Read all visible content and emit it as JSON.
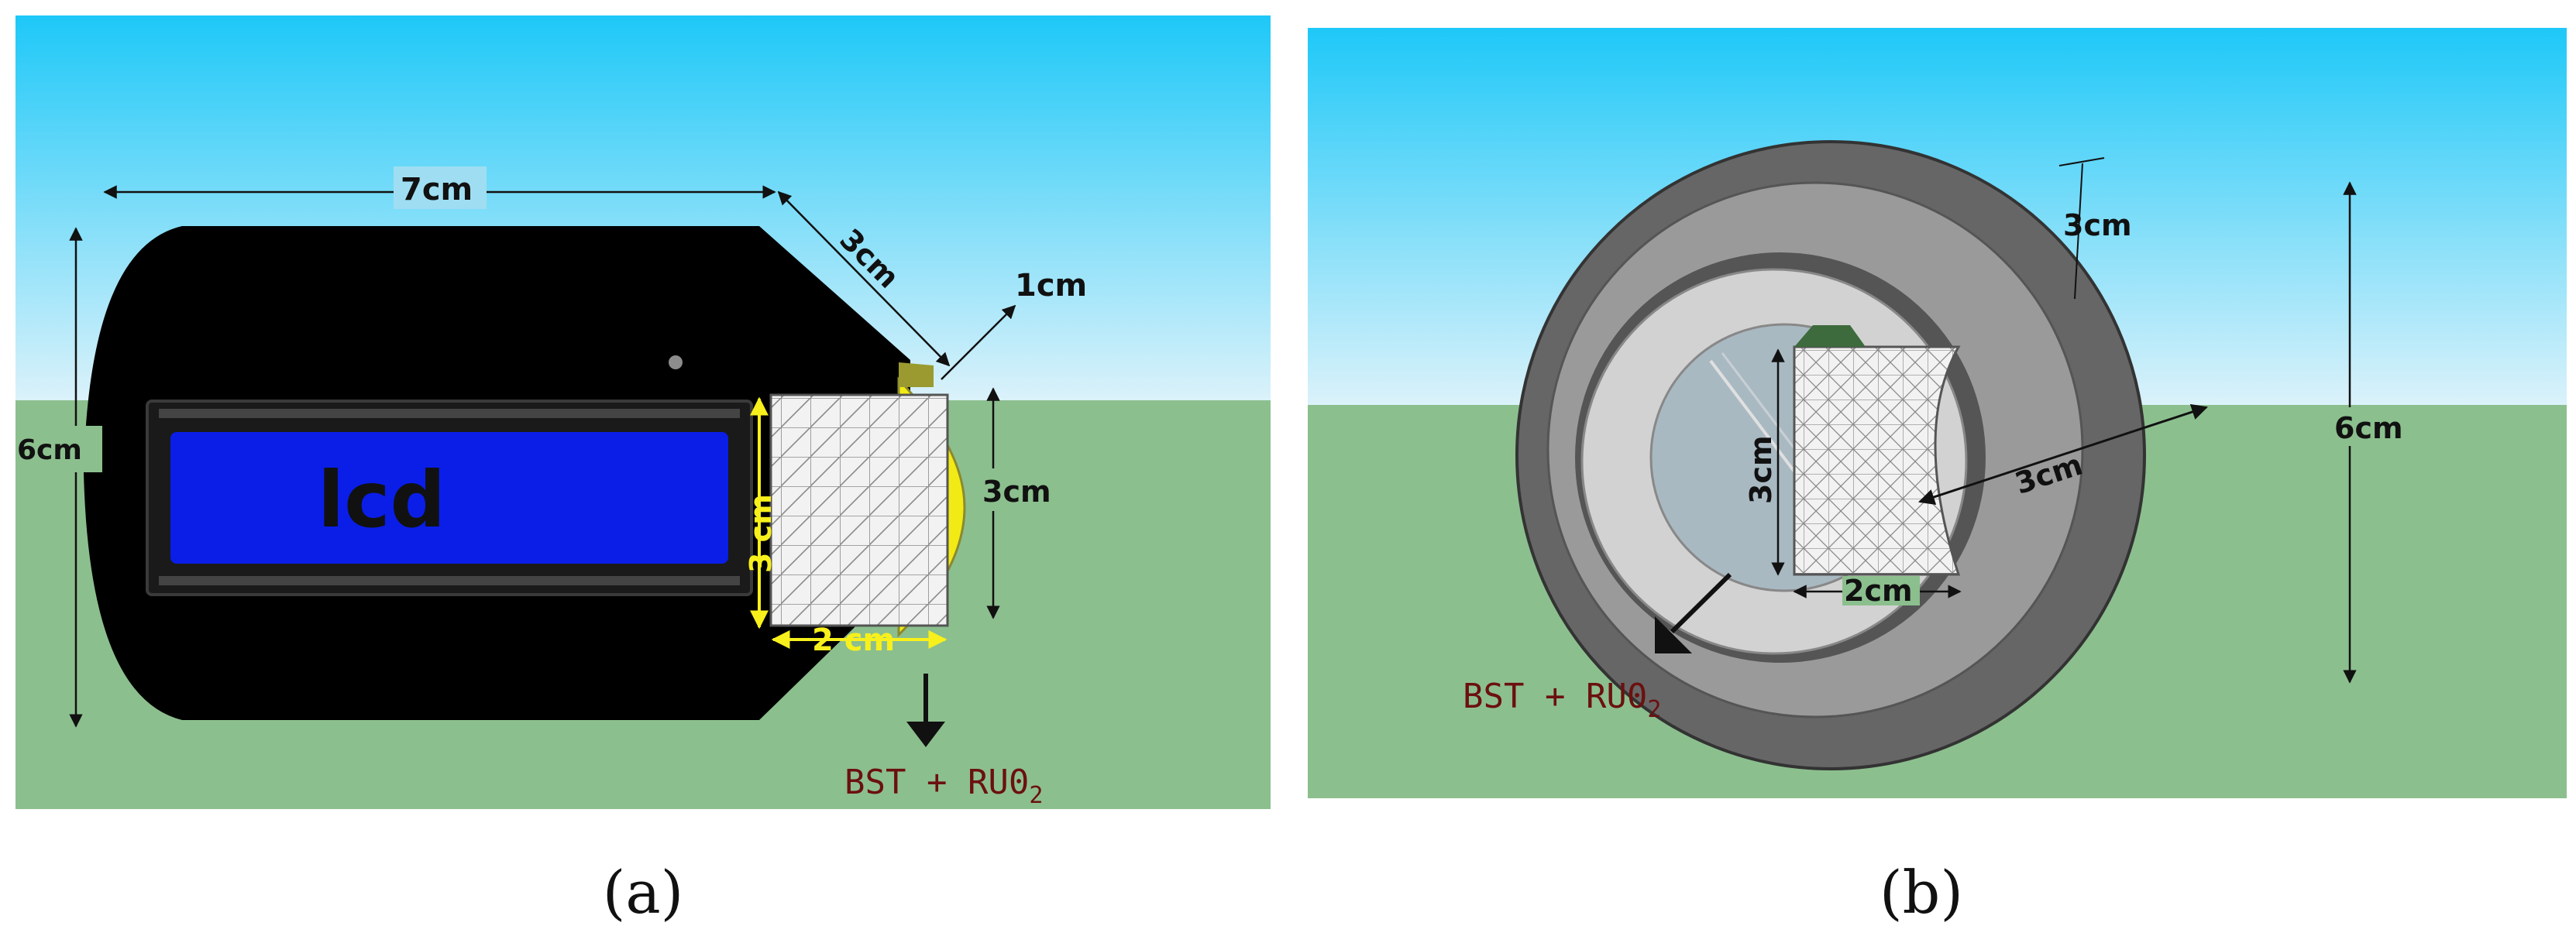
{
  "panel_a": {
    "caption": "(a)",
    "screen_text": "lcd",
    "dims": {
      "length": "7cm",
      "height": "6cm",
      "diag": "3cm",
      "small": "1cm",
      "cap_height": "3cm",
      "sensor_height": "3 cm",
      "sensor_width": "2 cm"
    },
    "material_base": "BST + RU0",
    "material_sub": "2"
  },
  "panel_b": {
    "caption": "(b)",
    "dims": {
      "ring": "3cm",
      "inner_diameter": "3cm",
      "sensor_height": "3cm",
      "sensor_width": "2cm",
      "height": "6cm"
    },
    "material_base": "BST + RU0",
    "material_sub": "2"
  },
  "colors": {
    "sky_top": "#1ec8f8",
    "sky_bottom": "#d9f1fa",
    "ground": "#8cbf8e",
    "device_body": "#000000",
    "lcd_screen": "#0a1ee8",
    "yellow_cap": "#f2ea15",
    "material_text": "#6b1010"
  }
}
